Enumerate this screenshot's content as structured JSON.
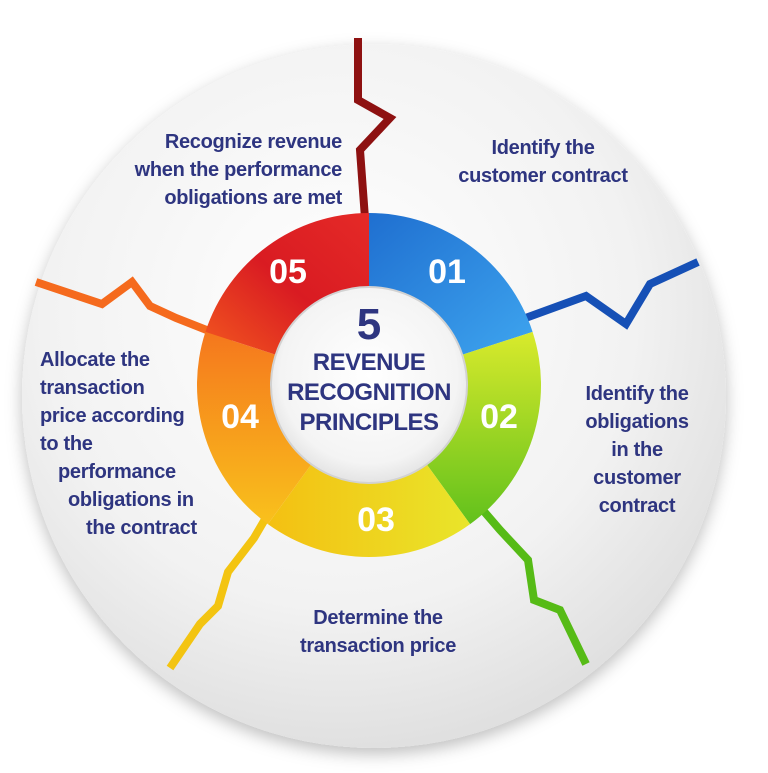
{
  "center": {
    "number": "5",
    "lines": [
      "REVENUE",
      "RECOGNITION",
      "PRINCIPLES"
    ]
  },
  "steps": [
    {
      "number": "01",
      "lines": [
        "Identify the",
        "customer contract"
      ],
      "color": "#1561c4",
      "color_light": "#3fa2ee"
    },
    {
      "number": "02",
      "lines": [
        "Identify the",
        "obligations",
        "in the",
        "customer",
        "contract"
      ],
      "color": "#6cc41c",
      "color_light": "#d6ea2a"
    },
    {
      "number": "03",
      "lines": [
        "Determine the",
        "transaction price"
      ],
      "color": "#f1c40f",
      "color_light": "#f9e43a"
    },
    {
      "number": "04",
      "lines": [
        "Allocate the",
        "transaction",
        "price according",
        "to the",
        "performance",
        "obligations in",
        "the contract"
      ],
      "color": "#f57a1d",
      "color_light": "#fba437"
    },
    {
      "number": "05",
      "lines": [
        "Recognize revenue",
        "when the performance",
        "obligations are met"
      ],
      "color": "#d81e22",
      "color_light": "#ee3a2e"
    }
  ],
  "colors": {
    "text": "#2e3580",
    "disc": "#eeeeee",
    "dark_red_line": "#8e1111"
  }
}
